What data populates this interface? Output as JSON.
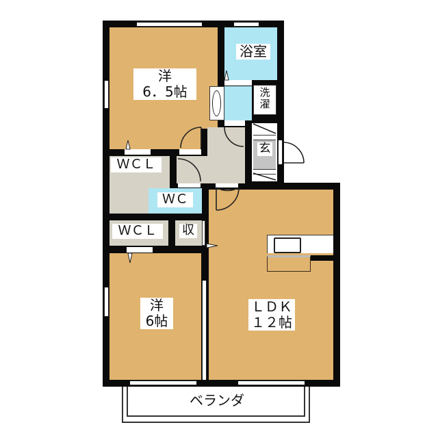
{
  "floor_plan": {
    "rooms": [
      {
        "id": "western-room-1",
        "label": "洋\n6．5帖",
        "type": "Western-style room",
        "size_jo": 6.5
      },
      {
        "id": "bathroom",
        "label": "浴室",
        "type": "Bathroom"
      },
      {
        "id": "laundry",
        "label": "洗\n濯",
        "type": "Laundry space"
      },
      {
        "id": "entrance",
        "label": "玄",
        "type": "Entrance"
      },
      {
        "id": "walk-in-closet-1",
        "label": "ＷＣＬ",
        "type": "Walk-in closet"
      },
      {
        "id": "toilet",
        "label": "ＷＣ",
        "type": "Toilet"
      },
      {
        "id": "walk-in-closet-2",
        "label": "ＷＣＬ",
        "type": "Walk-in closet"
      },
      {
        "id": "storage",
        "label": "収",
        "type": "Storage"
      },
      {
        "id": "western-room-2",
        "label": "洋\n6帖",
        "type": "Western-style room",
        "size_jo": 6
      },
      {
        "id": "ldk",
        "label": "ＬＤＫ\n１２帖",
        "type": "Living Dining Kitchen",
        "size_jo": 12
      },
      {
        "id": "veranda",
        "label": "ベランダ",
        "type": "Balcony"
      }
    ],
    "colors": {
      "wall": "#0a0a0a",
      "wood_floor": "#e0b36e",
      "wet_area": "#aee6f4",
      "hallway_closet": "#d6d2c6",
      "entrance_floor": "#c4c4c4"
    }
  }
}
